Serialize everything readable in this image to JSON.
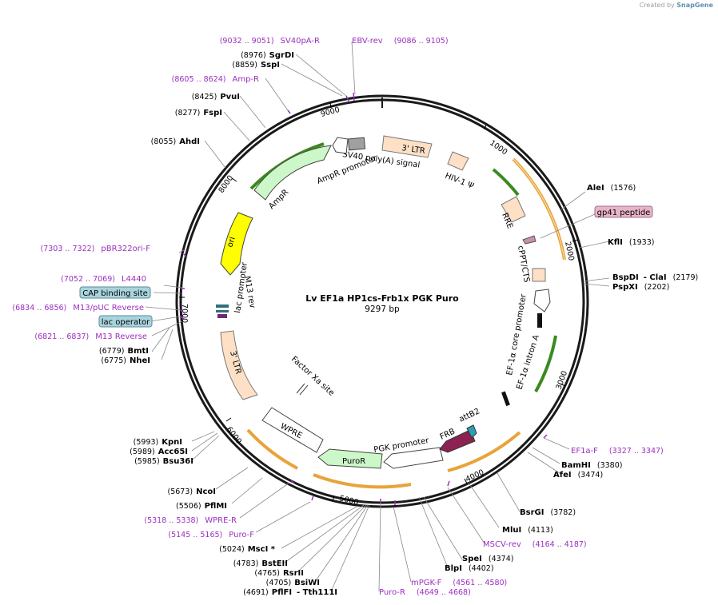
{
  "credit": {
    "prefix": "Created by",
    "brand": "SnapGene"
  },
  "plasmid": {
    "name": "Lv EF1a HP1cs-Frb1x PGK Puro",
    "length": "9297 bp"
  },
  "ticks": [
    "1000",
    "2000",
    "3000",
    "4000",
    "5000",
    "6000",
    "7000",
    "8000",
    "9000"
  ],
  "sites": {
    "SgrDI": {
      "name": "SgrDI",
      "pos": "(8976)"
    },
    "SspI": {
      "name": "SspI",
      "pos": "(8859)"
    },
    "PvuI": {
      "name": "PvuI",
      "pos": "(8425)"
    },
    "FspI": {
      "name": "FspI",
      "pos": "(8277)"
    },
    "AhdI": {
      "name": "AhdI",
      "pos": "(8055)"
    },
    "AleI": {
      "name": "AleI",
      "pos": "(1576)"
    },
    "KflI": {
      "name": "KflI",
      "pos": "(1933)"
    },
    "BspDI": {
      "name": "BspDI",
      "pos": "(2179)"
    },
    "ClaI": {
      "name": "- ClaI",
      "pos": ""
    },
    "PspXI": {
      "name": "PspXI",
      "pos": "(2202)"
    },
    "BamHI": {
      "name": "BamHI",
      "pos": "(3380)"
    },
    "AfeI": {
      "name": "AfeI",
      "pos": "(3474)"
    },
    "BsrGI": {
      "name": "BsrGI",
      "pos": "(3782)"
    },
    "MluI": {
      "name": "MluI",
      "pos": "(4113)"
    },
    "SpeI": {
      "name": "SpeI",
      "pos": "(4374)"
    },
    "BlpI": {
      "name": "BlpI",
      "pos": "(4402)"
    },
    "BmtI": {
      "name": "BmtI",
      "pos": "(6779)"
    },
    "NheI": {
      "name": "NheI",
      "pos": "(6775)"
    },
    "KpnI": {
      "name": "KpnI",
      "pos": "(5993)"
    },
    "Acc65I": {
      "name": "Acc65I",
      "pos": "(5989)"
    },
    "Bsu36I": {
      "name": "Bsu36I",
      "pos": "(5985)"
    },
    "NcoI": {
      "name": "NcoI",
      "pos": "(5673)"
    },
    "PflMI": {
      "name": "PflMI",
      "pos": "(5506)"
    },
    "MscI": {
      "name": "MscI *",
      "pos": "(5024)"
    },
    "BstEII": {
      "name": "BstEII",
      "pos": "(4783)"
    },
    "RsrII": {
      "name": "RsrII",
      "pos": "(4765)"
    },
    "BsiWI": {
      "name": "BsiWI",
      "pos": "(4705)"
    },
    "PflFI": {
      "name": "PflFI",
      "pos": "(4691)"
    },
    "Tth111I": {
      "name": "- Tth111I",
      "pos": ""
    }
  },
  "primers": {
    "SV40pA_R": {
      "name": "SV40pA-R",
      "pos": "(9032 .. 9051)"
    },
    "EBV_rev": {
      "name": "EBV-rev",
      "pos": "(9086 .. 9105)"
    },
    "Amp_R": {
      "name": "Amp-R",
      "pos": "(8605 .. 8624)"
    },
    "pBR322ori_F": {
      "name": "pBR322ori-F",
      "pos": "(7303 .. 7322)"
    },
    "L4440": {
      "name": "L4440",
      "pos": "(7052 .. 7069)"
    },
    "M13pUC_Reverse": {
      "name": "M13/pUC Reverse",
      "pos": "(6834 .. 6856)"
    },
    "M13_Reverse": {
      "name": "M13 Reverse",
      "pos": "(6821 .. 6837)"
    },
    "EF1a_F": {
      "name": "EF1a-F",
      "pos": "(3327 .. 3347)"
    },
    "MSCV_rev": {
      "name": "MSCV-rev",
      "pos": "(4164 .. 4187)"
    },
    "WPRE_R": {
      "name": "WPRE-R",
      "pos": "(5318 .. 5338)"
    },
    "Puro_F": {
      "name": "Puro-F",
      "pos": "(5145 .. 5165)"
    },
    "mPGK_F": {
      "name": "mPGK-F",
      "pos": "(4561 .. 4580)"
    },
    "Puro_R": {
      "name": "Puro-R",
      "pos": "(4649 .. 4668)"
    }
  },
  "boxed_labels": {
    "gp41": "gp41 peptide",
    "cap": "CAP binding site",
    "lac_operator": "lac operator"
  },
  "features": {
    "sv40": "SV40 poly(A) signal",
    "ampr_promoter": "AmpR promoter",
    "ltr3_top": "3' LTR",
    "hiv1": "HIV-1 Ψ",
    "ampr": "AmpR",
    "rre": "RRE",
    "ori": "ori",
    "cppt": "cPPT/CTS",
    "lac_promoter": "lac promoter",
    "m13rev": "M13 rev",
    "ef1a_core": "EF-1α core promoter",
    "ef1a_intron": "EF-1α intron A",
    "ltr3_left": "3' LTR",
    "factor_xa": "Factor Xa site",
    "wpre": "WPRE",
    "puror": "PuroR",
    "pgk": "PGK promoter",
    "frb": "FRB",
    "attb2": "attB2"
  },
  "colors": {
    "backbone": "#1a1a1a",
    "primer": "#9b2fbf",
    "ltr": "#fde0c5",
    "ampr": "#ccf7c8",
    "ori": "#ffff00",
    "frb": "#8b2252",
    "gp41": "#e8b4c8",
    "cap": "#a9d4dd",
    "sv40": "#a0a0a0",
    "orange_arc": "#e8a33a",
    "green_arc": "#3a8a20"
  }
}
